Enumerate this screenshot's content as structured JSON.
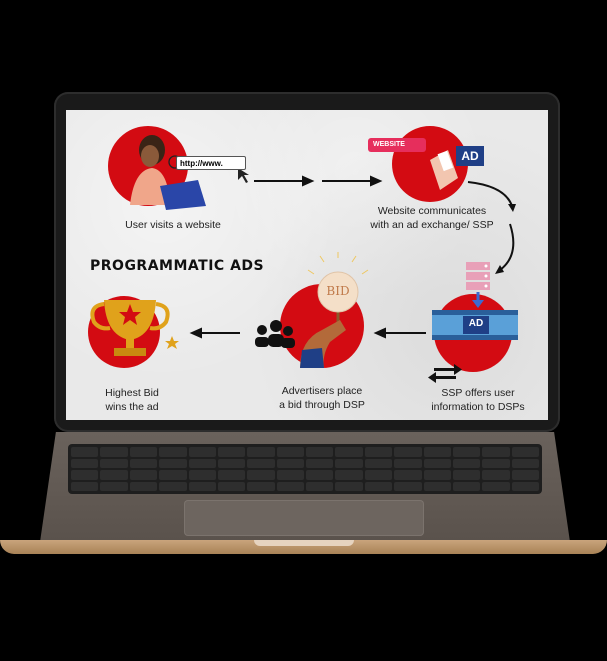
{
  "diagram": {
    "heading": "PROGRAMMATIC ADS",
    "url_text": "http://www.",
    "website_tag": "WEBSITE",
    "ad_tag": "AD",
    "ad_film_tag": "AD",
    "bid_sign": "BID",
    "steps": {
      "step1": "User visits a website",
      "step2_line1": "Website communicates",
      "step2_line2": "with an ad exchange/ SSP",
      "step3_line1": "SSP offers user",
      "step3_line2": "information to DSPs",
      "step4_line1": "Advertisers place",
      "step4_line2": "a bid through DSP",
      "step5_line1": "Highest Bid",
      "step5_line2": "wins the ad"
    },
    "colors": {
      "accent_red": "#d30b12",
      "ad_blue": "#1f3f86",
      "website_pink": "#e62e5c",
      "trophy_gold": "#e0a21b"
    }
  }
}
